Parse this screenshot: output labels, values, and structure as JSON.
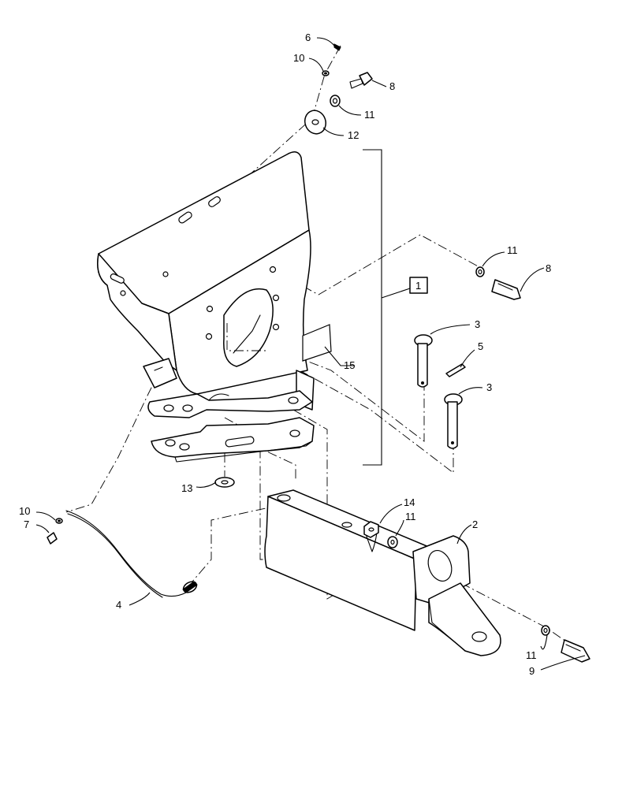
{
  "callouts": {
    "c1": "1",
    "c2": "2",
    "c3a": "3",
    "c3b": "3",
    "c4": "4",
    "c5": "5",
    "c6": "6",
    "c7": "7",
    "c8a": "8",
    "c8b": "8",
    "c9": "9",
    "c10a": "10",
    "c10b": "10",
    "c11a": "11",
    "c11b": "11",
    "c11c": "11",
    "c11d": "11",
    "c12": "12",
    "c13": "13",
    "c14": "14",
    "c15": "15"
  }
}
